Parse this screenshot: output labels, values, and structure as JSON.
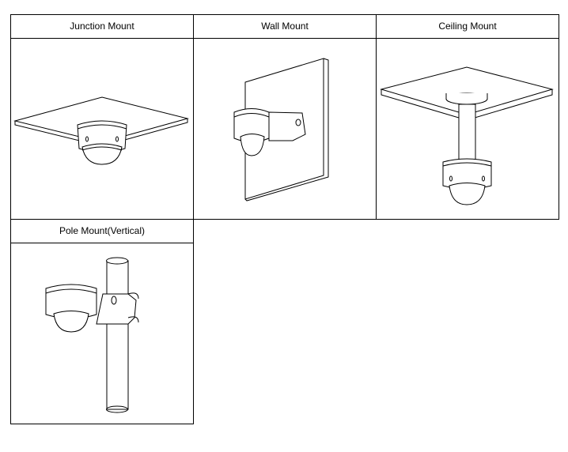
{
  "table": {
    "cells": [
      {
        "label": "Junction Mount",
        "illustration": "junction-mount-icon"
      },
      {
        "label": "Wall Mount",
        "illustration": "wall-mount-icon"
      },
      {
        "label": "Ceiling Mount",
        "illustration": "ceiling-mount-icon"
      },
      {
        "label": "Pole Mount(Vertical)",
        "illustration": "pole-mount-icon"
      }
    ]
  }
}
